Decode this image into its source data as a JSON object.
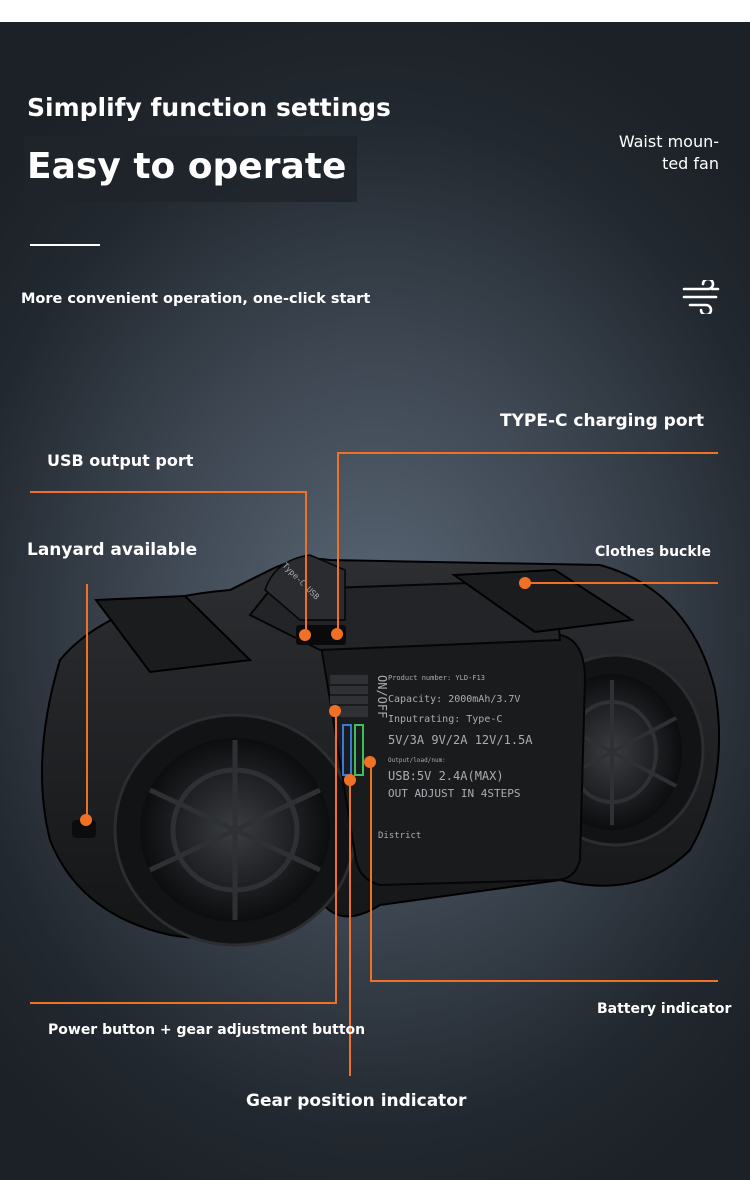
{
  "headline": {
    "line1": "Simplify function settings",
    "line2": "Easy to operate"
  },
  "product_tag": "Waist moun-\nted fan",
  "subtitle": "More convenient operation, one-click start",
  "callouts": {
    "type_c": "TYPE-C charging port",
    "usb_out": "USB output port",
    "lanyard": "Lanyard available",
    "buckle": "Clothes buckle",
    "battery": "Battery indicator",
    "power": "Power button + gear adjustment button",
    "gear": "Gear position indicator"
  },
  "device_print": {
    "on_off": "ON/OFF",
    "product_number": "Product number: YLD-F13",
    "capacity": "Capacity: 2000mAh/3.7V",
    "input": "Inputrating: Type-C",
    "input_values": "5V/3A 9V/2A 12V/1.5A",
    "output_label": "Output/load/num:",
    "usb": "USB:5V 2.4A(MAX)",
    "adjust": "OUT ADJUST IN 4STEPS",
    "district": "District",
    "port_label": "Type-C USB"
  },
  "colors": {
    "accent": "#f07126",
    "background": "#2b323a",
    "text": "#ffffff"
  },
  "icons": [
    "wind-icon"
  ]
}
